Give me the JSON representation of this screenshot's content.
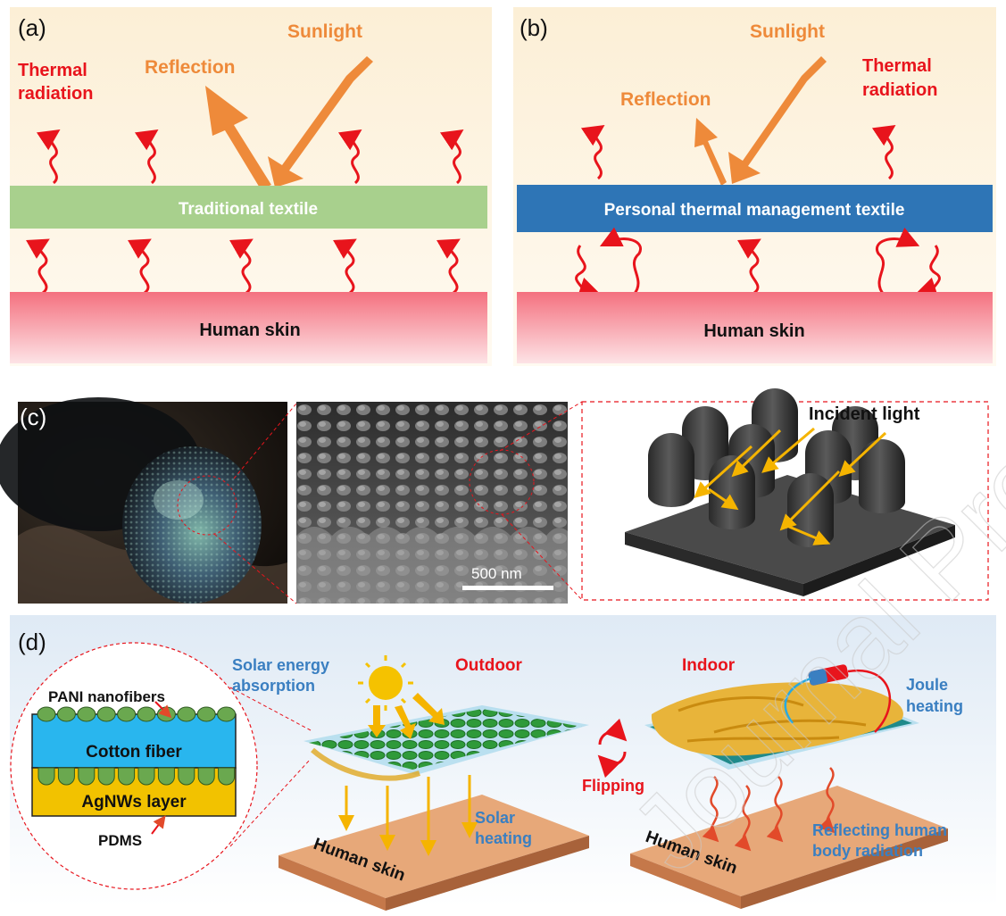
{
  "panel_a": {
    "label": "(a)",
    "sunlight": "Sunlight",
    "reflection": "Reflection",
    "thermal_line1": "Thermal",
    "thermal_line2": "radiation",
    "textile": "Traditional textile",
    "skin": "Human skin"
  },
  "panel_b": {
    "label": "(b)",
    "sunlight": "Sunlight",
    "reflection": "Reflection",
    "thermal_line1": "Thermal",
    "thermal_line2": "radiation",
    "textile": "Personal thermal management textile",
    "skin": "Human skin"
  },
  "panel_c": {
    "label": "(c)",
    "scale_bar": "500 nm",
    "incident_light": "Incident light"
  },
  "panel_d": {
    "label": "(d)",
    "pani": "PANI nanofibers",
    "cotton": "Cotton fiber",
    "agnws": "AgNWs layer",
    "pdms": "PDMS",
    "solar_line1": "Solar energy",
    "solar_line2": "absorption",
    "outdoor": "Outdoor",
    "indoor": "Indoor",
    "joule_line1": "Joule",
    "joule_line2": "heating",
    "flipping": "Flipping",
    "solar_heating_line1": "Solar",
    "solar_heating_line2": "heating",
    "skin_left": "Human skin",
    "skin_right": "Human skin",
    "reflect_line1": "Reflecting human",
    "reflect_line2": "body radiation"
  },
  "watermark": "Journal Pre-proof",
  "colors": {
    "sun_orange": "#ee8a3a",
    "thermal_red": "#e8141c",
    "traditional_green": "#a8d08d",
    "ptm_blue": "#2e75b6",
    "skin_pink": "#f4838f",
    "cotton_blue": "#29b6ee",
    "agnws_gold": "#f2c200",
    "label_blue": "#3a7fc1"
  }
}
